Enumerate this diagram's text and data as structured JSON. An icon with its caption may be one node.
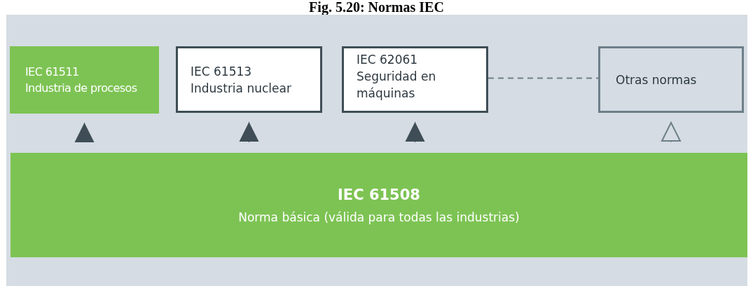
{
  "diagram": {
    "title": "Fig. 5.20: Normas IEC",
    "nodes": [
      {
        "text": [
          "IEC 61511",
          "Industria de procesos"
        ]
      },
      {
        "text": [
          "IEC 61513",
          "Industria nuclear"
        ]
      },
      {
        "text": [
          "IEC 62061",
          "Seguridad en máquinas"
        ]
      },
      {
        "text": [
          "Otras normas"
        ]
      },
      {
        "text": [
          "IEC 61508",
          "Norma básica (válida para todas las industrias)"
        ]
      }
    ],
    "edges": [
      {
        "from": 4,
        "to": 0,
        "arrow": "to"
      },
      {
        "from": 4,
        "to": 1,
        "arrow": "to"
      },
      {
        "from": 4,
        "to": 2,
        "arrow": "to"
      },
      {
        "from": 4,
        "to": 3,
        "arrow": "to",
        "color": "#6e7f88"
      },
      {
        "from": 2,
        "to": 3,
        "arrow": "none",
        "style": "dashed",
        "color": "#6e7f88"
      }
    ]
  }
}
